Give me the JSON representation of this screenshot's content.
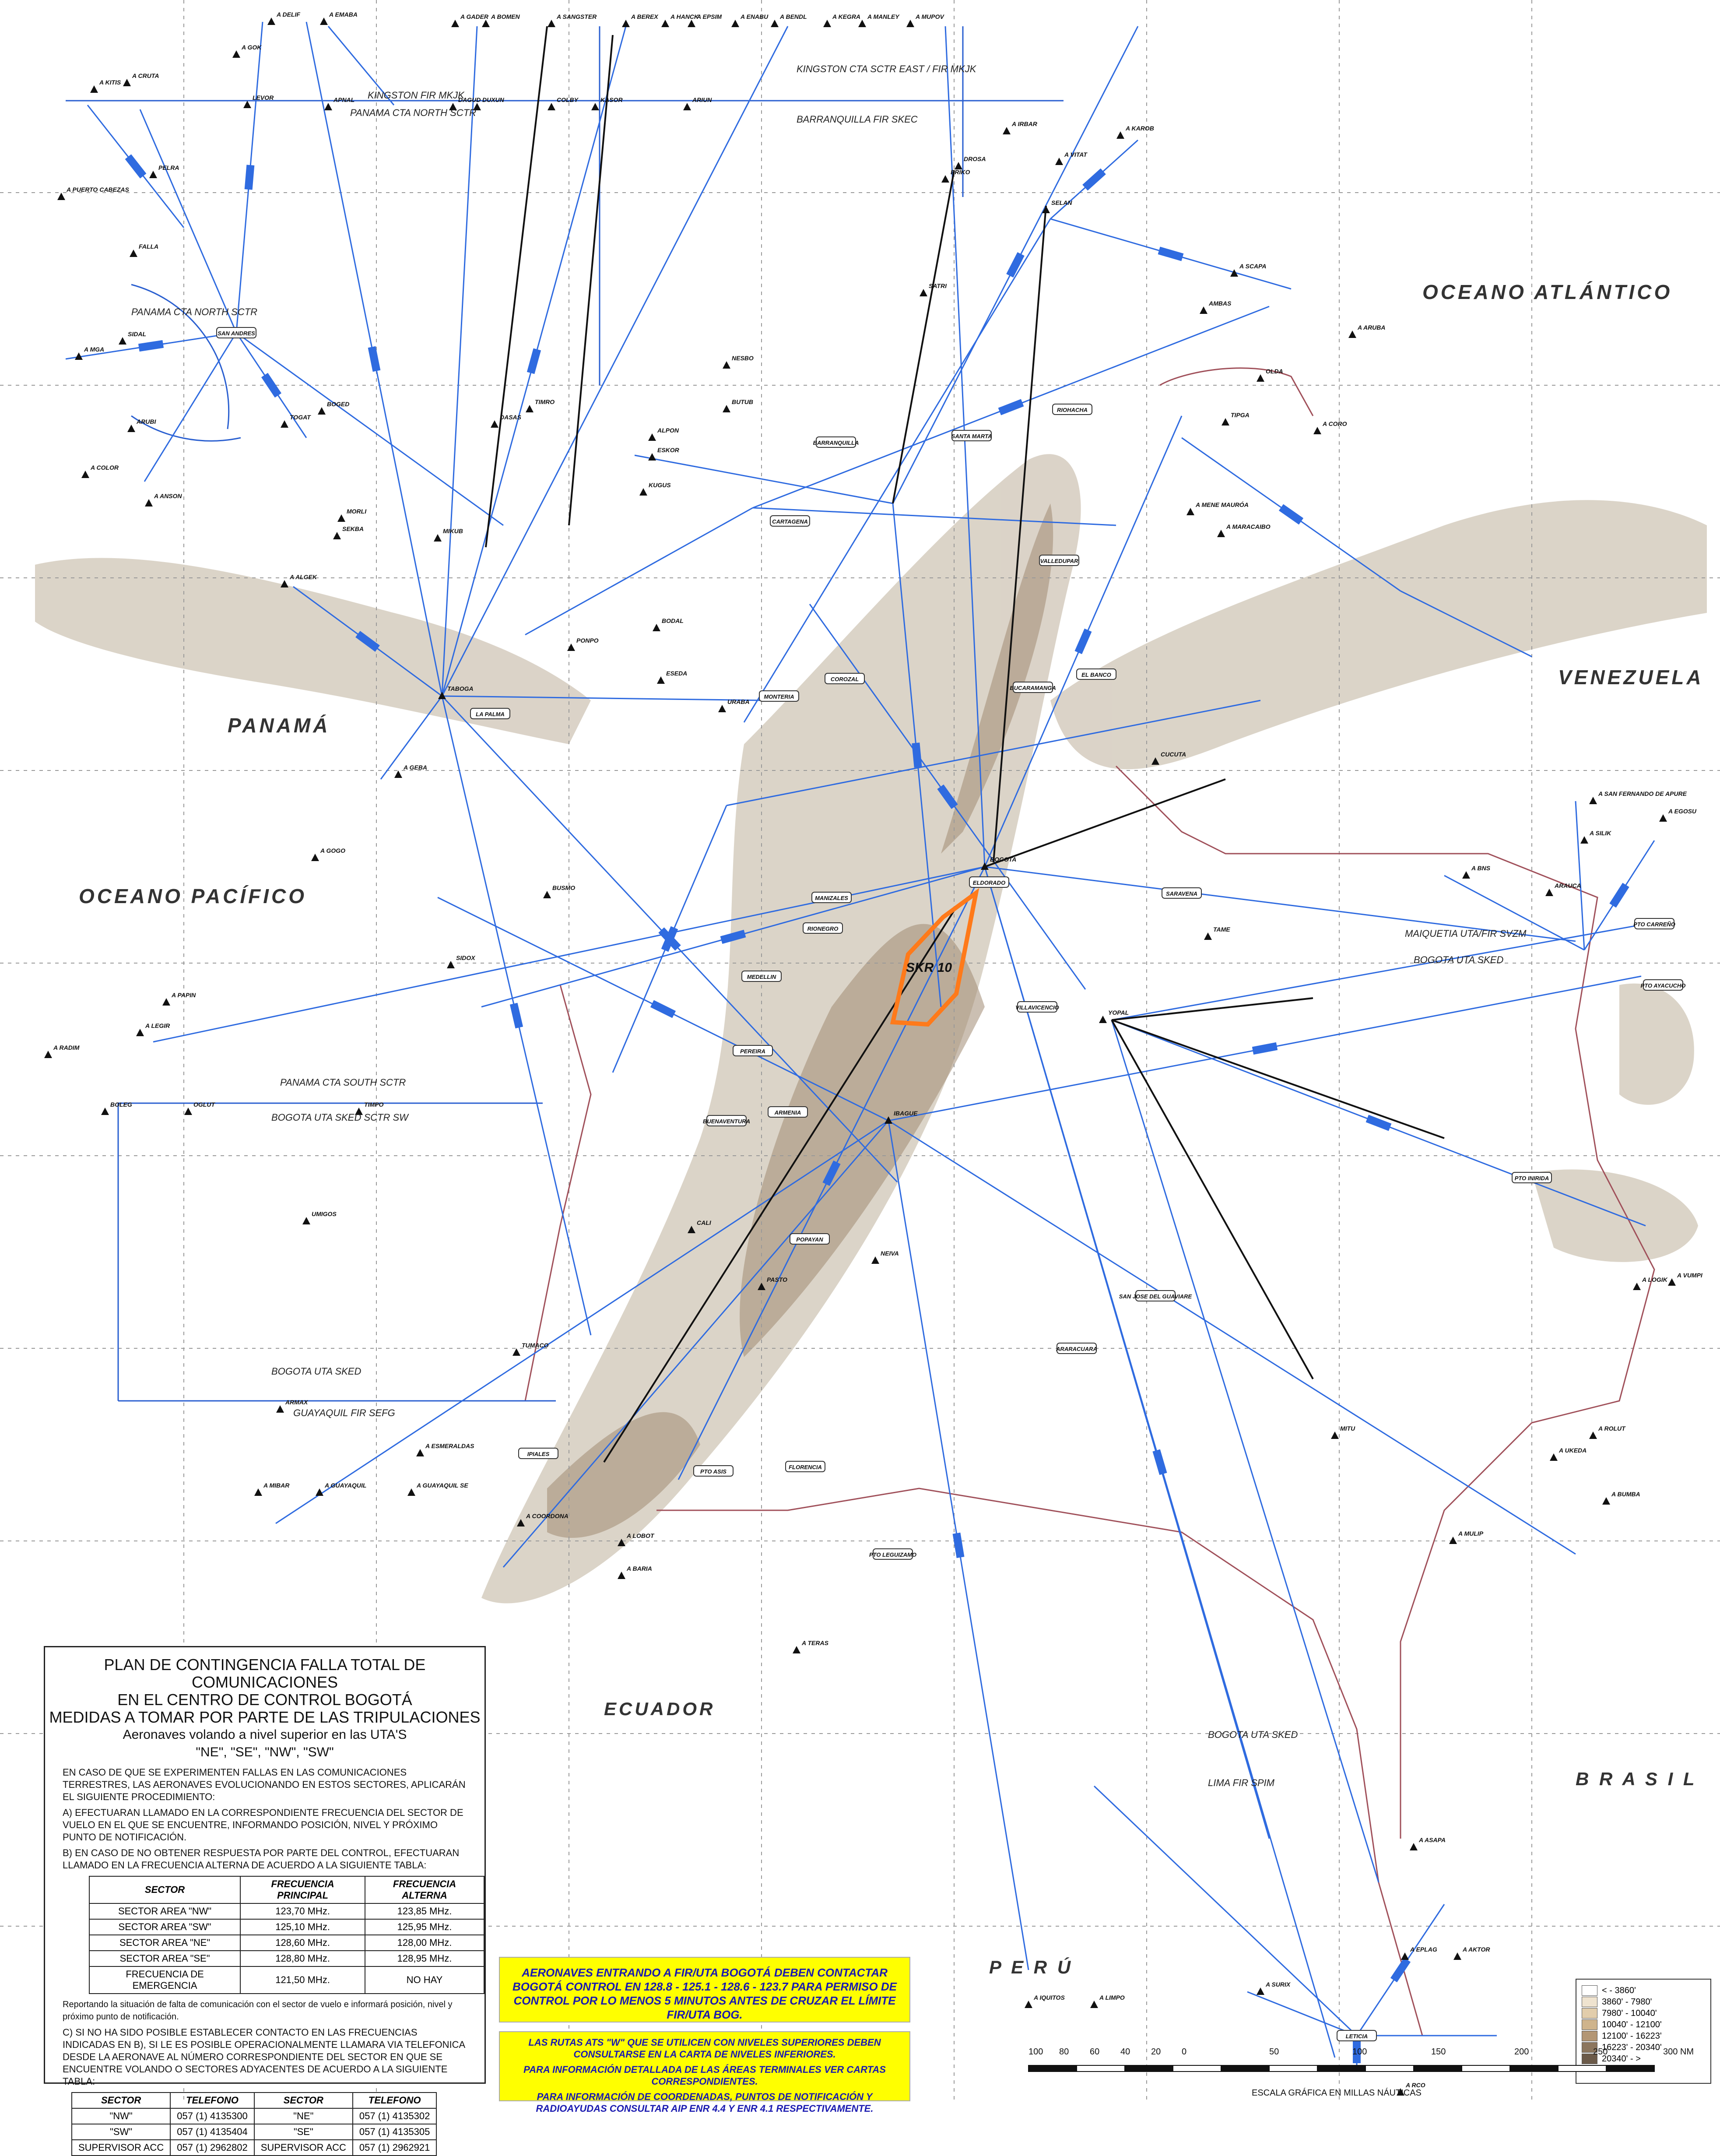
{
  "map": {
    "regions": {
      "atlantic": "OCEANO ATLÁNTICO",
      "pacific": "OCEANO PACÍFICO",
      "panama": "PANAMÁ",
      "venezuela": "VENEZUELA",
      "ecuador": "ECUADOR",
      "brasil": "B R A S I L",
      "peru": "P E R Ú"
    },
    "firs": {
      "kingston_panama": "KINGSTON FIR MKJK",
      "panama_cta_north": "PANAMA CTA NORTH SCTR",
      "kingston_cta": "KINGSTON CTA SCTR EAST / FIR MKJK",
      "barranquilla_fir": "BARRANQUILLA FIR SKEC",
      "panama_cta_south": "PANAMA CTA SOUTH SCTR",
      "bogota_uta_sked_sw": "BOGOTA UTA SKED SCTR SW",
      "bogota_uta_sked": "BOGOTA UTA SKED",
      "guayaquil_fir": "GUAYAQUIL FIR SEFG",
      "maiquetia": "MAIQUETIA UTA/FIR SVZM",
      "lima_fir": "LIMA FIR SPIM",
      "panama_cta_north2": "PANAMA CTA NORTH SCTR"
    },
    "skr": "SKR 10",
    "points": [
      {
        "n": "A DELIF"
      },
      {
        "n": "A EMABA"
      },
      {
        "n": "A GADER"
      },
      {
        "n": "A BOMEN"
      },
      {
        "n": "A SANGSTER"
      },
      {
        "n": "A BEREX"
      },
      {
        "n": "A HANCK"
      },
      {
        "n": "A EPSIM"
      },
      {
        "n": "A ENABU"
      },
      {
        "n": "A BENDL"
      },
      {
        "n": "A KEGRA"
      },
      {
        "n": "A MANLEY"
      },
      {
        "n": "A MUPOV"
      },
      {
        "n": "A GOK"
      },
      {
        "n": "A KITIS"
      },
      {
        "n": "A CRUTA"
      },
      {
        "n": "LEVOR"
      },
      {
        "n": "APNAL"
      },
      {
        "n": "DAGUD"
      },
      {
        "n": "DUXUN"
      },
      {
        "n": "COLBY"
      },
      {
        "n": "KASOR"
      },
      {
        "n": "ARIUN"
      },
      {
        "n": "A IRBAR"
      },
      {
        "n": "A KAROB"
      },
      {
        "n": "A VITAT"
      },
      {
        "n": "PELRA"
      },
      {
        "n": "A PUERTO CABEZAS"
      },
      {
        "n": "FALLA"
      },
      {
        "n": "SAN ANDRES"
      },
      {
        "n": "SIDAL"
      },
      {
        "n": "A MGA"
      },
      {
        "n": "ARUBI"
      },
      {
        "n": "A COLOR"
      },
      {
        "n": "A ANSON"
      },
      {
        "n": "BOGED"
      },
      {
        "n": "TOGAT"
      },
      {
        "n": "MORLI"
      },
      {
        "n": "ERIKO"
      },
      {
        "n": "DROSA"
      },
      {
        "n": "SELAN"
      },
      {
        "n": "AMBAS"
      },
      {
        "n": "A SCAPA"
      },
      {
        "n": "A ARUBA"
      },
      {
        "n": "A CORO"
      },
      {
        "n": "OLDA"
      },
      {
        "n": "TIPGA"
      },
      {
        "n": "A MENE MAURÓA"
      },
      {
        "n": "A MARACAIBO"
      },
      {
        "n": "SATRI"
      },
      {
        "n": "ALPON"
      },
      {
        "n": "ESKOR"
      },
      {
        "n": "NESBO"
      },
      {
        "n": "TIMRO"
      },
      {
        "n": "DASAS"
      },
      {
        "n": "KUGUS"
      },
      {
        "n": "BUTUB"
      },
      {
        "n": "A ALGEK"
      },
      {
        "n": "MIKUB"
      },
      {
        "n": "SEKBA"
      },
      {
        "n": "BARRANQUILLA"
      },
      {
        "n": "CARTAGENA"
      },
      {
        "n": "SANTA MARTA"
      },
      {
        "n": "RIOHACHA"
      },
      {
        "n": "VALLEDUPAR"
      },
      {
        "n": "BUCARAMANGA"
      },
      {
        "n": "CUCUTA"
      },
      {
        "n": "MONTERIA"
      },
      {
        "n": "COROZAL"
      },
      {
        "n": "EL BANCO"
      },
      {
        "n": "TABOGA"
      },
      {
        "n": "LA PALMA"
      },
      {
        "n": "PONPO"
      },
      {
        "n": "BODAL"
      },
      {
        "n": "ESEDA"
      },
      {
        "n": "URABA"
      },
      {
        "n": "A GEBA"
      },
      {
        "n": "A GOGO"
      },
      {
        "n": "BUSMO"
      },
      {
        "n": "SIDOX"
      },
      {
        "n": "RIONEGRO"
      },
      {
        "n": "MEDELLIN"
      },
      {
        "n": "BOGOTA"
      },
      {
        "n": "ELDORADO"
      },
      {
        "n": "VILLAVICENCIO"
      },
      {
        "n": "MANIZALES"
      },
      {
        "n": "PEREIRA"
      },
      {
        "n": "ARMENIA"
      },
      {
        "n": "IBAGUE"
      },
      {
        "n": "NEIVA"
      },
      {
        "n": "CALI"
      },
      {
        "n": "BUENAVENTURA"
      },
      {
        "n": "POPAYAN"
      },
      {
        "n": "PASTO"
      },
      {
        "n": "TUMACO"
      },
      {
        "n": "IPIALES"
      },
      {
        "n": "A RADIM"
      },
      {
        "n": "A LEGIR"
      },
      {
        "n": "A PAPIN"
      },
      {
        "n": "BOLEG"
      },
      {
        "n": "OGLUT"
      },
      {
        "n": "TIMPO"
      },
      {
        "n": "UMIGOS"
      },
      {
        "n": "ARMAX"
      },
      {
        "n": "A ESMERALDAS"
      },
      {
        "n": "A MIBAR"
      },
      {
        "n": "A GUAYAQUIL"
      },
      {
        "n": "A GUAYAQUIL SE"
      },
      {
        "n": "A COORDONA"
      },
      {
        "n": "A LOBOT"
      },
      {
        "n": "A BARIA"
      },
      {
        "n": "A TERAS"
      },
      {
        "n": "YOPAL"
      },
      {
        "n": "ARAUCA"
      },
      {
        "n": "SARAVENA"
      },
      {
        "n": "TAME"
      },
      {
        "n": "A SILIK"
      },
      {
        "n": "A BNS"
      },
      {
        "n": "A EGOSU"
      },
      {
        "n": "A SAN FERNANDO DE APURE"
      },
      {
        "n": "PTO CARREÑO"
      },
      {
        "n": "PTO AYACUCHO"
      },
      {
        "n": "A VUMPI"
      },
      {
        "n": "A LOGIK"
      },
      {
        "n": "PTO INIRIDA"
      },
      {
        "n": "SAN JOSE DEL GUAVIARE"
      },
      {
        "n": "MITU"
      },
      {
        "n": "A UKEDA"
      },
      {
        "n": "A ROLUT"
      },
      {
        "n": "A BUMBA"
      },
      {
        "n": "A MULIP"
      },
      {
        "n": "A IQUITOS"
      },
      {
        "n": "A LIMPO"
      },
      {
        "n": "A SURIX"
      },
      {
        "n": "A ASAPA"
      },
      {
        "n": "A AKTOR"
      },
      {
        "n": "A EPLAG"
      },
      {
        "n": "A RCO"
      },
      {
        "n": "LETICIA"
      },
      {
        "n": "FLORENCIA"
      },
      {
        "n": "PTO ASIS"
      },
      {
        "n": "PTO LEGUIZAMO"
      },
      {
        "n": "ARARACUARA"
      }
    ]
  },
  "contingency": {
    "title_lines": [
      "PLAN DE CONTINGENCIA FALLA TOTAL DE COMUNICACIONES",
      "EN EL CENTRO DE CONTROL BOGOTÁ",
      "MEDIDAS A TOMAR POR PARTE DE LAS TRIPULACIONES",
      "Aeronaves volando a nivel superior en las UTA'S",
      "\"NE\", \"SE\", \"NW\", \"SW\""
    ],
    "intro": "EN CASO DE QUE SE EXPERIMENTEN FALLAS EN LAS COMUNICACIONES TERRESTRES, LAS AERONAVES EVOLUCIONANDO EN ESTOS SECTORES, APLICARÁN EL SIGUIENTE PROCEDIMIENTO:",
    "a": "A) EFECTUARAN LLAMADO EN LA CORRESPONDIENTE FRECUENCIA DEL SECTOR DE VUELO EN EL QUE SE ENCUENTRE, INFORMANDO POSICIÓN, NIVEL Y PRÓXIMO PUNTO DE NOTIFICACIÓN.",
    "b": "B) EN CASO DE NO OBTENER RESPUESTA POR PARTE DEL CONTROL, EFECTUARAN LLAMADO EN LA FRECUENCIA ALTERNA DE ACUERDO A LA SIGUIENTE TABLA:",
    "freq_headers": [
      "SECTOR",
      "FRECUENCIA PRINCIPAL",
      "FRECUENCIA ALTERNA"
    ],
    "freq_rows": [
      [
        "SECTOR AREA \"NW\"",
        "123,70 MHz.",
        "123,85 MHz."
      ],
      [
        "SECTOR AREA \"SW\"",
        "125,10 MHz.",
        "125,95 MHz."
      ],
      [
        "SECTOR AREA \"NE\"",
        "128,60 MHz.",
        "128,00 MHz."
      ],
      [
        "SECTOR AREA \"SE\"",
        "128,80 MHz.",
        "128,95 MHz."
      ],
      [
        "FRECUENCIA DE EMERGENCIA",
        "121,50 MHz.",
        "NO HAY"
      ]
    ],
    "b_note": "Reportando la situación de falta de comunicación con el sector de vuelo e informará posición, nivel y próximo punto de notificación.",
    "c": "C) SI NO HA SIDO POSIBLE ESTABLECER CONTACTO EN LAS FRECUENCIAS INDICADAS EN B), SI LE ES POSIBLE OPERACIONALMENTE LLAMARA VIA TELEFONICA DESDE LA AERONAVE AL NÚMERO CORRESPONDIENTE DEL SECTOR EN QUE SE ENCUENTRE VOLANDO O SECTORES ADYACENTES DE ACUERDO A LA SIGUIENTE TABLA:",
    "phone_headers": [
      "SECTOR",
      "TELEFONO",
      "SECTOR",
      "TELEFONO"
    ],
    "phone_rows": [
      [
        "\"NW\"",
        "057 (1) 4135300",
        "\"NE\"",
        "057 (1) 4135302"
      ],
      [
        "\"SW\"",
        "057 (1) 4135404",
        "\"SE\"",
        "057 (1) 4135305"
      ],
      [
        "SUPERVISOR ACC",
        "057 (1) 2962802",
        "SUPERVISOR ACC",
        "057 (1) 2962921"
      ]
    ]
  },
  "notes": {
    "yellow1": "AERONAVES ENTRANDO A FIR/UTA BOGOTÁ DEBEN CONTACTAR BOGOTÁ CONTROL EN 128.8 - 125.1 - 128.6 - 123.7 PARA PERMISO DE CONTROL POR LO MENOS 5 MINUTOS ANTES DE CRUZAR EL LÍMITE FIR/UTA BOG.",
    "yellow2a": "LAS RUTAS ATS \"W\" QUE SE UTILICEN CON NIVELES SUPERIORES DEBEN CONSULTARSE EN LA CARTA DE NIVELES INFERIORES.",
    "yellow2b": "PARA INFORMACIÓN DETALLADA DE LAS ÁREAS TERMINALES VER CARTAS CORRESPONDIENTES.",
    "yellow2c": "PARA INFORMACIÓN DE COORDENADAS, PUNTOS DE NOTIFICACIÓN Y RADIOAYUDAS CONSULTAR AIP ENR 4.4 Y ENR 4.1 RESPECTIVAMENTE."
  },
  "legend": {
    "items": [
      {
        "label": "< - 3860'",
        "color": "#ffffff"
      },
      {
        "label": "3860' - 7980'",
        "color": "#efe3cf"
      },
      {
        "label": "7980' - 10040'",
        "color": "#e2cdab"
      },
      {
        "label": "10040' - 12100'",
        "color": "#cfb48c"
      },
      {
        "label": "12100' - 16223'",
        "color": "#b39674"
      },
      {
        "label": "16223' - 20340'",
        "color": "#8c765e"
      },
      {
        "label": "20340' - >",
        "color": "#6b5a49"
      }
    ]
  },
  "scale": {
    "ticks": [
      "100",
      "80",
      "60",
      "40",
      "20",
      "0",
      "50",
      "100",
      "150",
      "200",
      "250",
      "300 NM"
    ],
    "caption": "ESCALA GRÁFICA EN MILLAS NÁUTICAS"
  }
}
